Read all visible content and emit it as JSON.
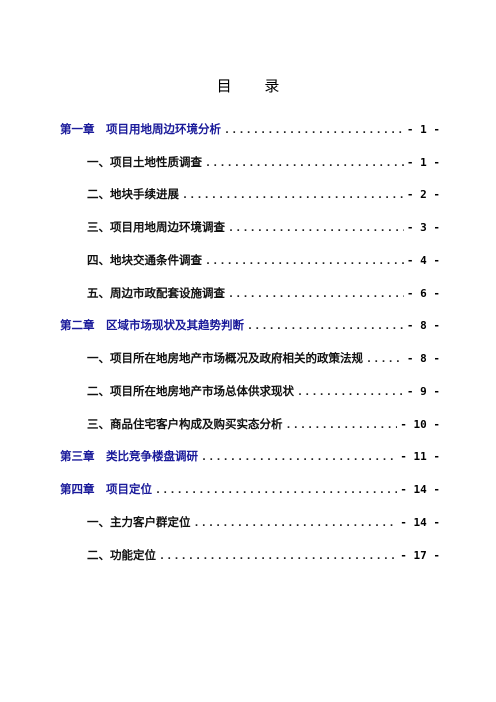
{
  "toc": {
    "title": "目 录",
    "entries": [
      {
        "label": "第一章　项目用地周边环境分析",
        "page": "- 1 -",
        "kind": "chapter"
      },
      {
        "label": "一、项目土地性质调查",
        "page": "- 1 -",
        "kind": "section"
      },
      {
        "label": "二、地块手续进展",
        "page": "- 2 -",
        "kind": "section"
      },
      {
        "label": "三、项目用地周边环境调查",
        "page": "- 3 -",
        "kind": "section"
      },
      {
        "label": "四、地块交通条件调查",
        "page": "- 4 -",
        "kind": "section"
      },
      {
        "label": "五、周边市政配套设施调查",
        "page": "- 6 -",
        "kind": "section"
      },
      {
        "label": "第二章　区域市场现状及其趋势判断",
        "page": "- 8 -",
        "kind": "chapter"
      },
      {
        "label": "一、项目所在地房地产市场概况及政府相关的政策法规",
        "page": "- 8 -",
        "kind": "section"
      },
      {
        "label": "二、项目所在地房地产市场总体供求现状",
        "page": "- 9 -",
        "kind": "section"
      },
      {
        "label": "三、商品住宅客户构成及购买实态分析",
        "page": "- 10 -",
        "kind": "section"
      },
      {
        "label": "第三章　类比竞争楼盘调研",
        "page": "- 11 -",
        "kind": "chapter"
      },
      {
        "label": "第四章　项目定位",
        "page": "- 14 -",
        "kind": "chapter"
      },
      {
        "label": "一、主力客户群定位",
        "page": "- 14 -",
        "kind": "section"
      },
      {
        "label": "二、功能定位",
        "page": "- 17 -",
        "kind": "section"
      }
    ]
  }
}
